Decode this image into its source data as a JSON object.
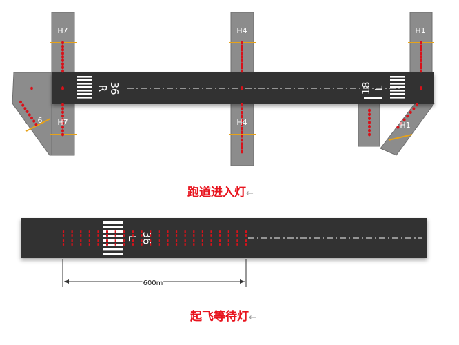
{
  "top_diagram": {
    "taxiways_north": [
      "H7",
      "H4",
      "H1"
    ],
    "taxiways_south": [
      "H7",
      "H4",
      "H1"
    ],
    "taxiway_partial_left": "6",
    "runway_left_number": "36",
    "runway_left_letter": "R",
    "runway_right_number": "18",
    "runway_right_letter": "L"
  },
  "bottom_diagram": {
    "runway_number": "36",
    "runway_letter": "L",
    "dimension_label": "600m"
  },
  "captions": {
    "entry_lights": "跑道进入灯",
    "hold_lights": "起飞等待灯",
    "arrow": "←"
  },
  "colors": {
    "runway": "#333333",
    "taxiway": "#8c8c8c",
    "light": "#d8121a",
    "caption": "#e8141e",
    "stop_bar": "#e6a21a"
  }
}
